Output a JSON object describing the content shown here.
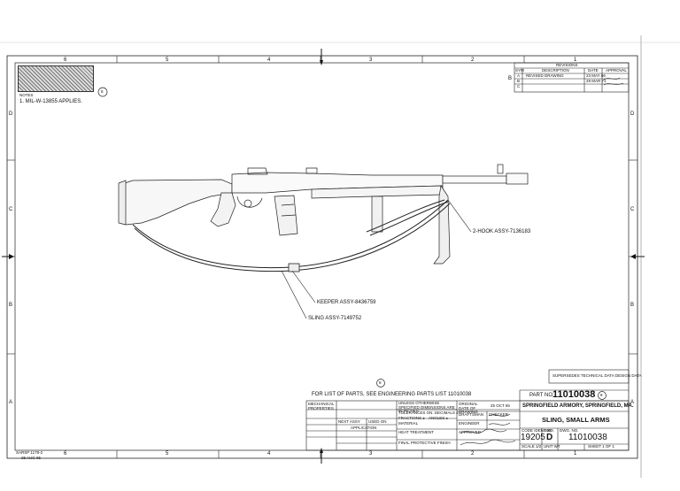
{
  "zone_letters": [
    "D",
    "C",
    "B",
    "A"
  ],
  "zone_numbers": [
    "6",
    "5",
    "4",
    "3",
    "2",
    "1"
  ],
  "notes": {
    "heading": "NOTES",
    "item_1": "1. MIL-W-13855 APPLIES.",
    "marker": "8"
  },
  "revisions": {
    "title": "REVISIONS",
    "headers": [
      "SYM",
      "DESCRIPTION",
      "DATE",
      "APPROVAL"
    ],
    "rows": [
      [
        "A",
        "REVISED DRAWING",
        "23 MAY 66",
        ""
      ],
      [
        "B",
        "",
        "29 MAR 71",
        ""
      ],
      [
        "C",
        "",
        "",
        ""
      ]
    ],
    "zone": "B"
  },
  "callouts": {
    "hook": "2-HOOK ASSY-7136183",
    "keeper": "KEEPER ASSY-8436759",
    "sling": "SLING ASSY-7149752"
  },
  "parts_list": {
    "marker": "8",
    "text": "FOR LIST OF PARTS, SEE ENGINEERING PARTS LIST 11010038"
  },
  "title_block": {
    "part_no_label": "PART NO.",
    "part_no": "11010038",
    "part_no_marker": "8",
    "org": "SPRINGFIELD ARMORY, SPRINGFIELD, MA.",
    "title": "SLING, SMALL ARMS",
    "code_ident": "19205",
    "size": "D",
    "dwg_no": "11010038",
    "scale_label": "SCALE 1/2",
    "sheet_label": "SHEET 1 OF 1",
    "original_date_label": "ORIGINAL DATE OF DRAWING",
    "original_date": "25 OCT 65",
    "tolerances_label": "UNLESS OTHERWISE SPECIFIED DIMENSIONS ARE IN INCHES",
    "tol_dec": "TOLERANCES ON: DECIMALS ±",
    "fractions": "FRACTIONS ±",
    "angles": "ANGLES ±",
    "material": "MATERIAL",
    "heat_treatment": "HEAT TREATMENT",
    "final_finish": "FINAL PROTECTIVE FINISH",
    "application": "APPLICATION",
    "used_on": "USED ON",
    "next_assy": "NEXT ASSY",
    "mechanical": "MECHANICAL PROPERTIES",
    "drafted": "DRAFTSMAN",
    "checker": "CHECKER",
    "engineer": "ENGINEER",
    "approved": "APPROVED",
    "code_ident_label": "CODE IDENT NO.",
    "size_label": "SIZE",
    "dwg_label": "DWG. NO.",
    "unit_wt": "UNIT WT",
    "stamp_text": "SUPERSEDES TECHNICAL DATA DESIGN DATA"
  },
  "form_number": "SARSP 1178-2",
  "form_date": "25 AUG 65"
}
